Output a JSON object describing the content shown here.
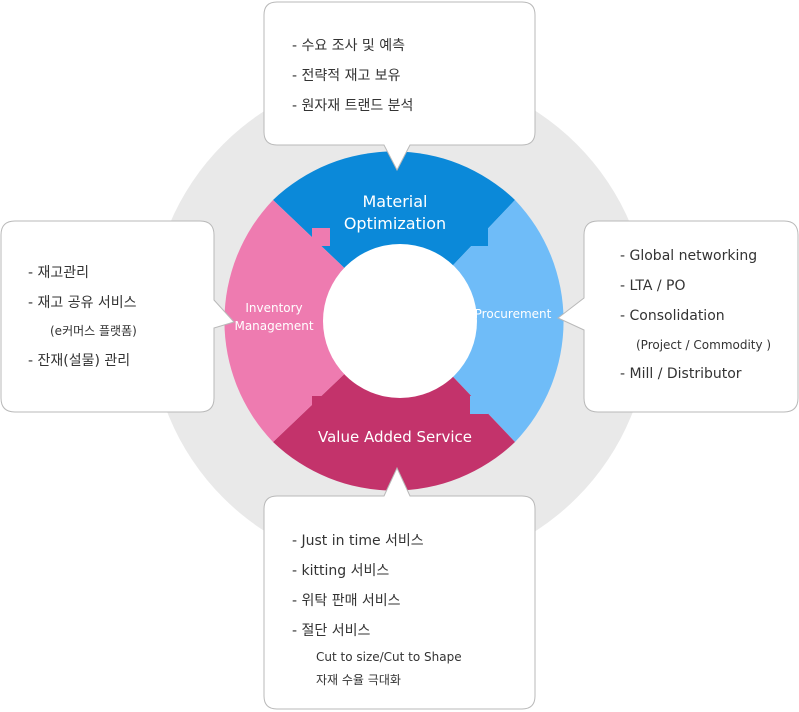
{
  "segments": {
    "material": {
      "line1": "Material",
      "line2": "Optimization",
      "color": "#0b89d9"
    },
    "procurement": {
      "label": "Procurement",
      "color": "#6fbcf8"
    },
    "value_added": {
      "label": "Value Added Service",
      "color": "#c3336b"
    },
    "inventory": {
      "line1": "Inventory",
      "line2": "Management",
      "color": "#ee7bb0"
    }
  },
  "boxes": {
    "top": {
      "items": [
        "- 수요 조사 및 예측",
        "- 전략적 재고 보유",
        "- 원자재 트랜드 분석"
      ]
    },
    "left": {
      "items": [
        "- 재고관리",
        "- 재고 공유 서비스",
        "(e커머스 플랫폼)",
        "- 잔재(설물) 관리"
      ]
    },
    "right": {
      "items": [
        "- Global networking",
        "- LTA / PO",
        "- Consolidation",
        "(Project / Commodity )",
        "- Mill / Distributor"
      ]
    },
    "bottom": {
      "items": [
        "- Just in time 서비스",
        "- kitting 서비스",
        "- 위탁 판매 서비스",
        "- 절단 서비스",
        "Cut to size/Cut to Shape",
        "자재 수율 극대화"
      ]
    }
  },
  "colors": {
    "outer_ring": "#e9e9e9",
    "box_border": "#b9b9b9",
    "text": "#333333"
  }
}
